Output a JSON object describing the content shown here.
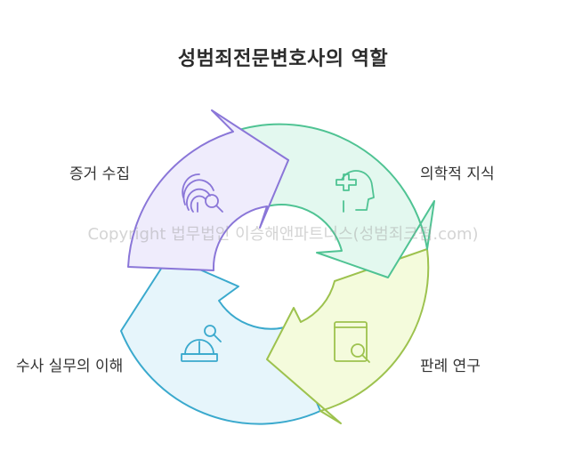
{
  "title": "성범죄전문변호사의 역할",
  "watermark": "Copyright 법무법인 이승해앤파트너스(성범죄크펌.com)",
  "segments": [
    {
      "label": "증거 수집",
      "icon": "fingerprint-search-icon",
      "fill": "#efecfc",
      "stroke": "#8a76d8"
    },
    {
      "label": "의학적 지식",
      "icon": "medical-head-icon",
      "fill": "#e3f8ef",
      "stroke": "#4fc393"
    },
    {
      "label": "판례 연구",
      "icon": "book-search-icon",
      "fill": "#f4fbdc",
      "stroke": "#9dc24e"
    },
    {
      "label": "수사 실무의 이해",
      "icon": "hardhat-search-icon",
      "fill": "#e6f5fb",
      "stroke": "#3aa9cd"
    }
  ]
}
